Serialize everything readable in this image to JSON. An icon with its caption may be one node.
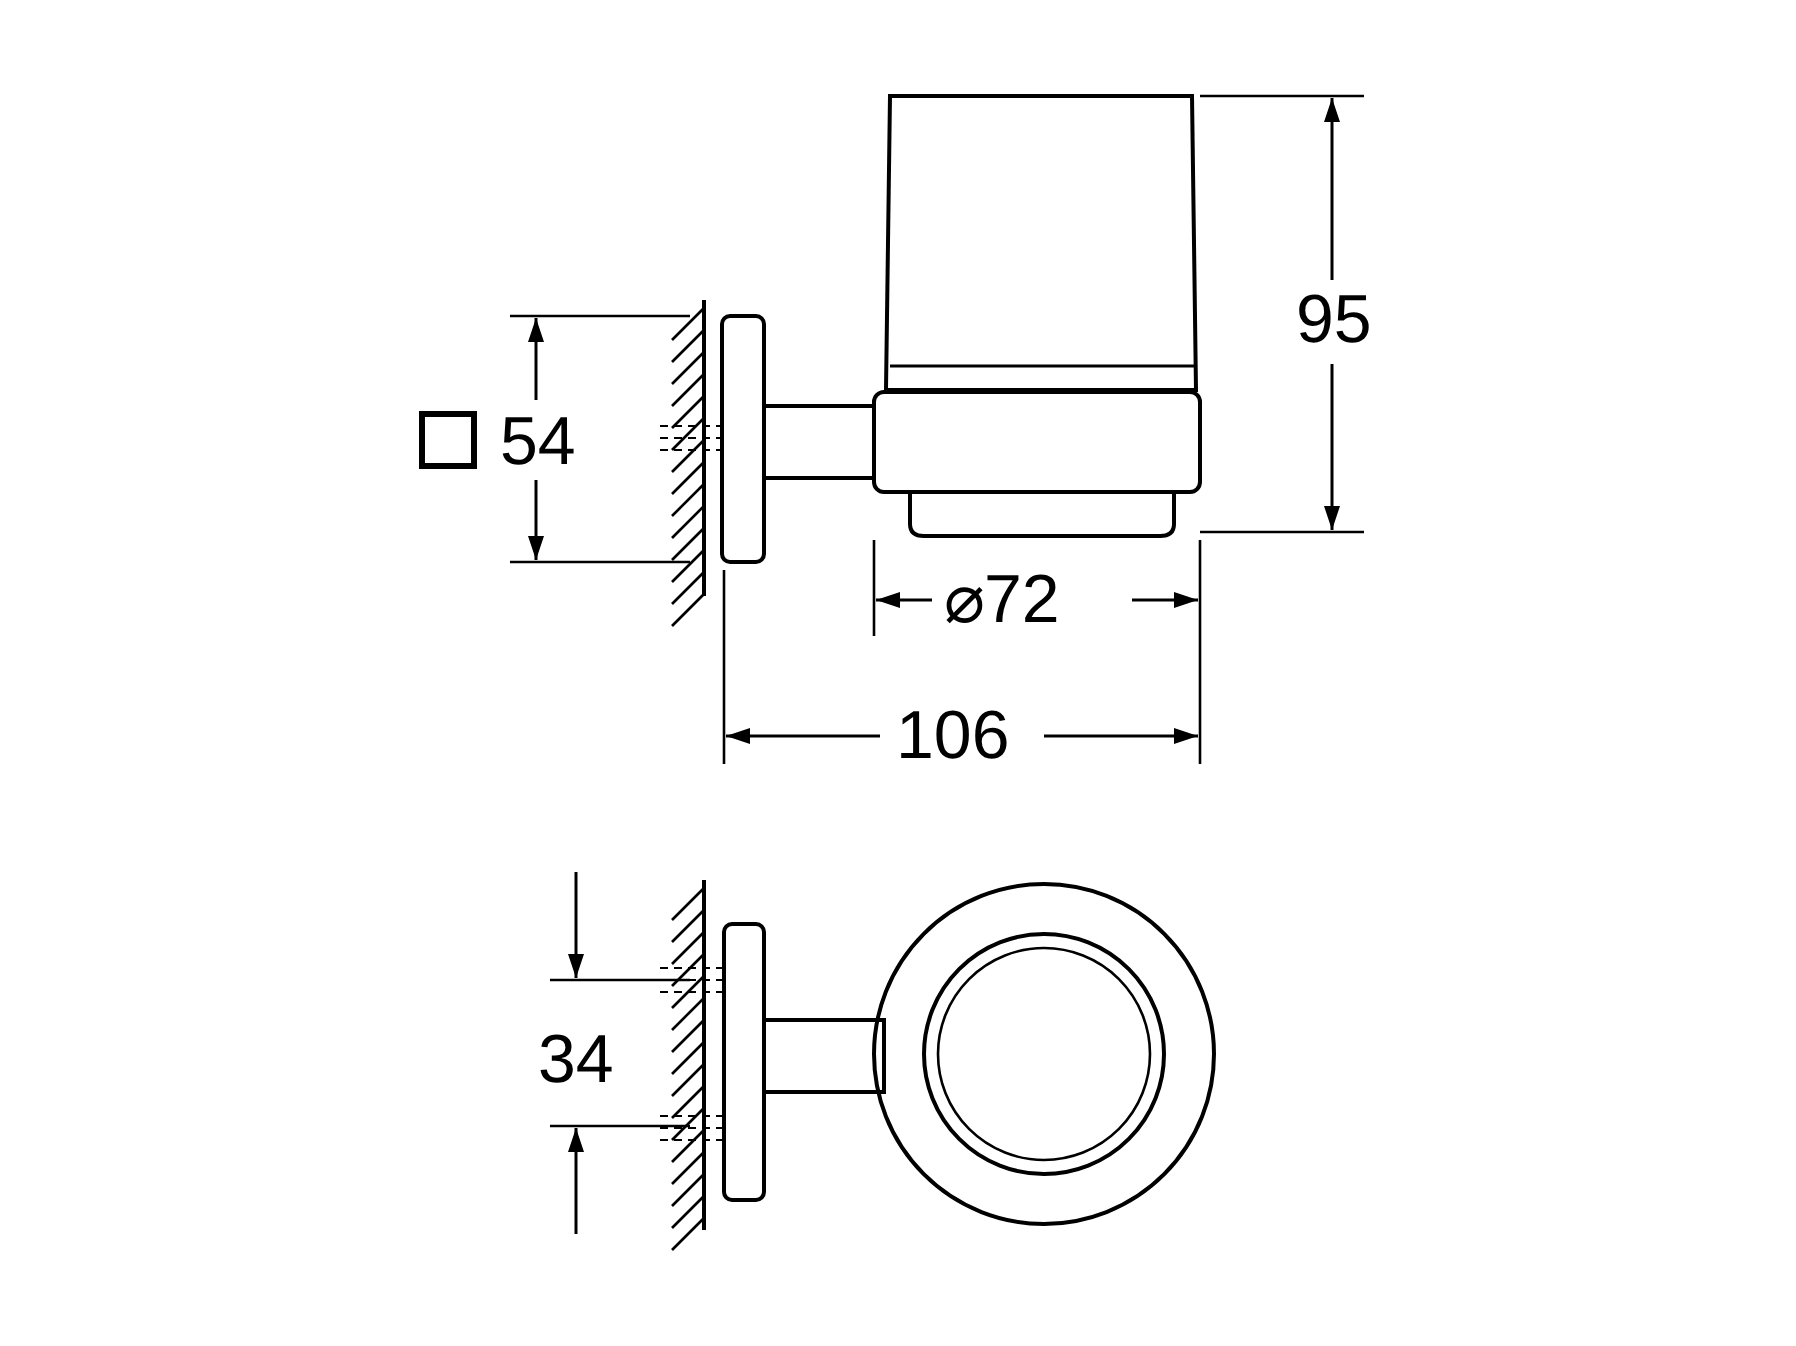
{
  "diagram": {
    "labels": [
      "54",
      "95",
      "⌀72",
      "106",
      "34"
    ]
  }
}
